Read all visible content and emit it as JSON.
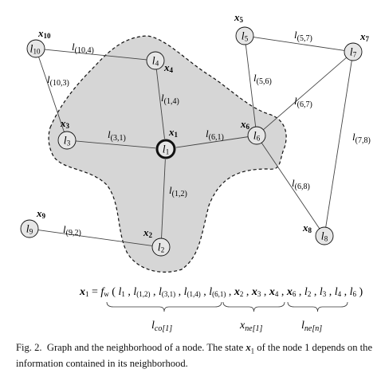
{
  "nodes": [
    {
      "id": "1",
      "label": "l",
      "sub": "1",
      "state": "x",
      "state_sub": "1",
      "focus": true
    },
    {
      "id": "2",
      "label": "l",
      "sub": "2",
      "state": "x",
      "state_sub": "2"
    },
    {
      "id": "3",
      "label": "l",
      "sub": "3",
      "state": "x",
      "state_sub": "3"
    },
    {
      "id": "4",
      "label": "l",
      "sub": "4",
      "state": "x",
      "state_sub": "4"
    },
    {
      "id": "5",
      "label": "l",
      "sub": "5",
      "state": "x",
      "state_sub": "5"
    },
    {
      "id": "6",
      "label": "l",
      "sub": "6",
      "state": "x",
      "state_sub": "6"
    },
    {
      "id": "7",
      "label": "l",
      "sub": "7",
      "state": "x",
      "state_sub": "7"
    },
    {
      "id": "8",
      "label": "l",
      "sub": "8",
      "state": "x",
      "state_sub": "8"
    },
    {
      "id": "9",
      "label": "l",
      "sub": "9",
      "state": "x",
      "state_sub": "9"
    },
    {
      "id": "10",
      "label": "l",
      "sub": "10",
      "state": "x",
      "state_sub": "10"
    }
  ],
  "edges": [
    {
      "from": "1",
      "to": "4",
      "label": "l",
      "sub": "(1,4)"
    },
    {
      "from": "1",
      "to": "3",
      "label": "l",
      "sub": "(3,1)"
    },
    {
      "from": "1",
      "to": "6",
      "label": "l",
      "sub": "(6,1)"
    },
    {
      "from": "1",
      "to": "2",
      "label": "l",
      "sub": "(1,2)"
    },
    {
      "from": "10",
      "to": "4",
      "label": "l",
      "sub": "(10,4)"
    },
    {
      "from": "10",
      "to": "3",
      "label": "l",
      "sub": "(10,3)"
    },
    {
      "from": "5",
      "to": "7",
      "label": "l",
      "sub": "(5,7)"
    },
    {
      "from": "5",
      "to": "6",
      "label": "l",
      "sub": "(5,6)"
    },
    {
      "from": "7",
      "to": "6",
      "label": "l",
      "sub": "(6,7)"
    },
    {
      "from": "7",
      "to": "8",
      "label": "l",
      "sub": "(7,8)"
    },
    {
      "from": "6",
      "to": "8",
      "label": "l",
      "sub": "(6,8)"
    },
    {
      "from": "9",
      "to": "2",
      "label": "l",
      "sub": "(9,2)"
    }
  ],
  "equation": {
    "lhs": "x",
    "lhs_sub": "1",
    "equals": "=",
    "fn": "f",
    "fn_sub": "w",
    "open": "(",
    "close": ")",
    "terms": [
      {
        "base": "l",
        "sub": "1"
      },
      {
        "base": "l",
        "sub": "(1,2)"
      },
      {
        "base": "l",
        "sub": "(3,1)"
      },
      {
        "base": "l",
        "sub": "(1,4)"
      },
      {
        "base": "l",
        "sub": "(6,1)"
      },
      {
        "base": "x",
        "sub": "2"
      },
      {
        "base": "x",
        "sub": "3"
      },
      {
        "base": "x",
        "sub": "4"
      },
      {
        "base": "x",
        "sub": "6"
      },
      {
        "base": "l",
        "sub": "2"
      },
      {
        "base": "l",
        "sub": "3"
      },
      {
        "base": "l",
        "sub": "4"
      },
      {
        "base": "l",
        "sub": "6"
      }
    ],
    "groups": [
      {
        "base": "l",
        "sub": "co[1]"
      },
      {
        "base": "x",
        "sub": "ne[1]"
      },
      {
        "base": "l",
        "sub": "ne[n]"
      }
    ]
  },
  "caption": {
    "fig": "Fig. 2.",
    "text_a": "  Graph and the neighborhood of a node. The state ",
    "state": "x",
    "state_sub": "1",
    "text_b": " of the node 1 depends on the information contained in its neighborhood."
  }
}
